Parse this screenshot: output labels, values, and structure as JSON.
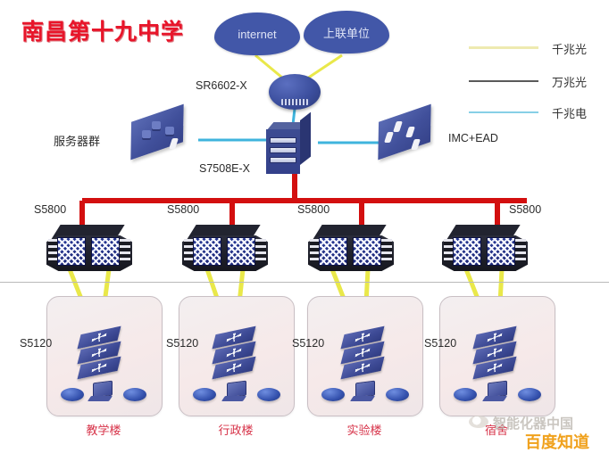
{
  "title": "南昌第十九中学",
  "clouds": [
    {
      "label": "internet"
    },
    {
      "label": "上联单位"
    }
  ],
  "core": {
    "router_label": "SR6602-X",
    "switch_label": "S7508E-X",
    "server_group_label": "服务器群",
    "imc_label": "IMC+EAD"
  },
  "legend": {
    "items": [
      {
        "label": "千兆光",
        "color": "#eeeab0"
      },
      {
        "label": "万兆光",
        "color": "#5a5a5a"
      },
      {
        "label": "千兆电",
        "color": "#4ab6e0"
      }
    ]
  },
  "distribution": {
    "switches": [
      {
        "label": "S5800"
      },
      {
        "label": "S5800"
      },
      {
        "label": "S5800"
      },
      {
        "label": "S5800"
      }
    ]
  },
  "buildings": [
    {
      "switch_label": "S5120",
      "name": "教学楼"
    },
    {
      "switch_label": "S5120",
      "name": "行政楼"
    },
    {
      "switch_label": "S5120",
      "name": "实验楼"
    },
    {
      "switch_label": "S5120",
      "name": "宿舍"
    }
  ],
  "watermarks": {
    "brand": "智能化器中国",
    "source": "百度知道"
  },
  "colors": {
    "title": "#e8152a",
    "building_label": "#d7344a",
    "gigabit_optical": "#e9e84a",
    "ten_gigabit": "#d30f0f",
    "gigabit_electric": "#3fb4dd",
    "cloud": "#4257a8"
  }
}
